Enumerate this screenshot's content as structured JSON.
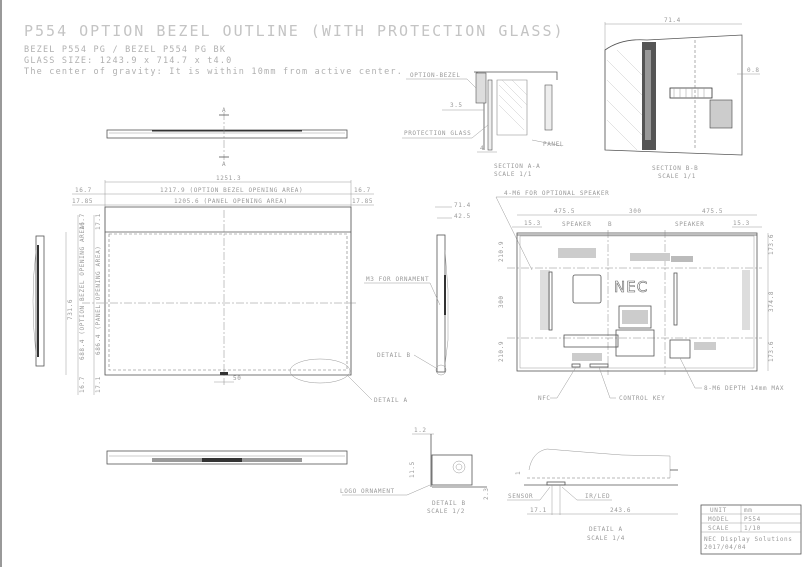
{
  "header": {
    "title": "P554 OPTION BEZEL OUTLINE (WITH PROTECTION  GLASS)",
    "model_line": "BEZEL P554 PG / BEZEL P554 PG BK",
    "glass_size": "GLASS SIZE: 1243.9 x 714.7 x t4.0",
    "gravity_note": "The center of gravity: It is within 10mm from active center."
  },
  "section_aa": {
    "option_bezel": "OPTION-BEZEL",
    "dim_35": "3.5",
    "protection_glass": "PROTECTION GLASS",
    "dim_4": "4",
    "panel": "PANEL",
    "section": "SECTION  A-A",
    "scale": "SCALE    1/1"
  },
  "section_bb": {
    "dim_width": "71.4",
    "dim_08": "0.8",
    "section": "SECTION  B-B",
    "scale": "SCALE  1/1"
  },
  "front_view": {
    "cut_label": "A",
    "dim_overall": "1251.3",
    "dim_bezel_opening": "1217.9 (OPTION BEZEL OPENING AREA)",
    "dim_panel_opening": "1205.6 (PANEL OPENING AREA)",
    "dim_left_1": "16.7",
    "dim_right_1": "16.7",
    "dim_left_2": "17.85",
    "dim_right_2": "17.85",
    "dim_height": "731.6",
    "dim_v_bezel_opening": "688.4 (OPTION BEZEL OPENING AREA)",
    "dim_v_panel_opening": "686.4 (PANEL OPENING AREA)",
    "dim_v_top_1": "16.7",
    "dim_v_top_2": "17.1",
    "dim_v_bot_1": "16.7",
    "dim_v_bot_2": "17.1",
    "dim_sensor": "50",
    "detail_a": "DETAIL A"
  },
  "side_view": {
    "dim_depth": "71.4",
    "dim_depth2": "42.5",
    "m3_ornament": "M3 FOR ORNAMENT",
    "detail_b": "DETAIL B"
  },
  "rear_view": {
    "optional_speaker": "4-M6 FOR OPTIONAL SPEAKER",
    "dim_left": "475.5",
    "dim_center": "300",
    "dim_right": "475.5",
    "dim_edge_left": "15.3",
    "dim_edge_right": "15.3",
    "speaker_left": "SPEAKER",
    "speaker_right": "SPEAKER",
    "marker": "B",
    "logo": "NEC",
    "dim_v_left_top": "210.9",
    "dim_v_left_mid": "300",
    "dim_v_left_bot": "210.9",
    "dim_v_right_top": "173.6",
    "dim_v_right_mid": "374.8",
    "dim_v_right_bot": "173.6",
    "nfc": "NFC",
    "control_key": "CONTROL KEY",
    "m6_depth": "8-M6 DEPTH 14mm MAX"
  },
  "detail_b": {
    "dim_12": "1.2",
    "dim_115": "11.5",
    "dim_23": "2.3",
    "logo_ornament": "LOGO ORNAMENT",
    "title": "DETAIL B",
    "scale": "SCALE 1/2"
  },
  "detail_a": {
    "dim_1": "1",
    "sensor": "SENSOR",
    "ir_led": "IR/LED",
    "dim_171": "17.1",
    "dim_2436": "243.6",
    "title": "DETAIL A",
    "scale": "SCALE 1/4"
  },
  "title_block": {
    "unit_label": "UNIT",
    "unit_value": "mm",
    "model_label": "MODEL",
    "model_value": "P554",
    "scale_label": "SCALE",
    "scale_value": "1/10",
    "company": "NEC Display Solutions",
    "date": "2017/04/04"
  }
}
